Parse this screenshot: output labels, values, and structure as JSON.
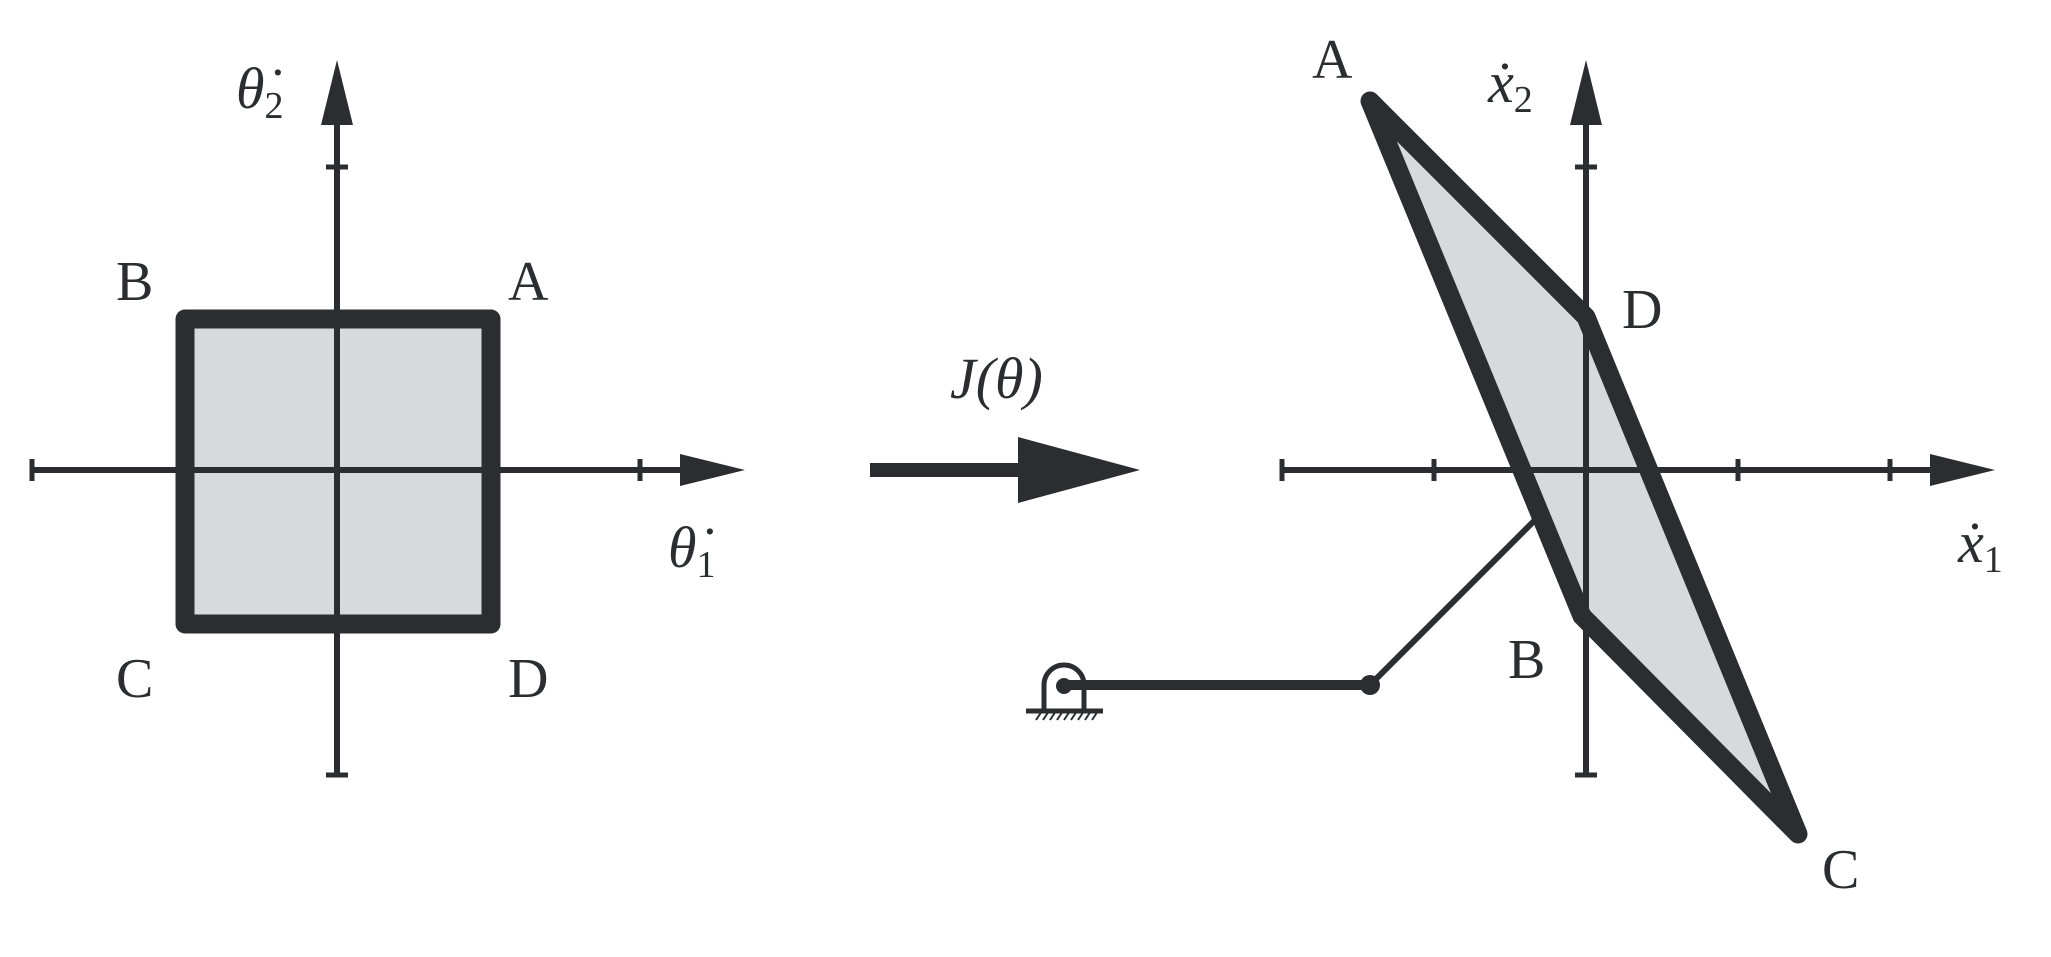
{
  "left_plot": {
    "x_axis_label": {
      "base": "θ̇",
      "sub": "1"
    },
    "y_axis_label": {
      "base": "θ̇",
      "sub": "2"
    },
    "corner_labels": {
      "A": "A",
      "B": "B",
      "C": "C",
      "D": "D"
    }
  },
  "map_arrow": {
    "label": "J(θ)"
  },
  "right_plot": {
    "x_axis_label": {
      "base": "ẋ",
      "sub": "1"
    },
    "y_axis_label": {
      "base": "ẋ",
      "sub": "2"
    },
    "corner_labels": {
      "A": "A",
      "B": "B",
      "C": "C",
      "D": "D"
    }
  },
  "colors": {
    "ink": "#2c2d31",
    "region_fill": "#d8d9db",
    "background": "#ffffff"
  }
}
